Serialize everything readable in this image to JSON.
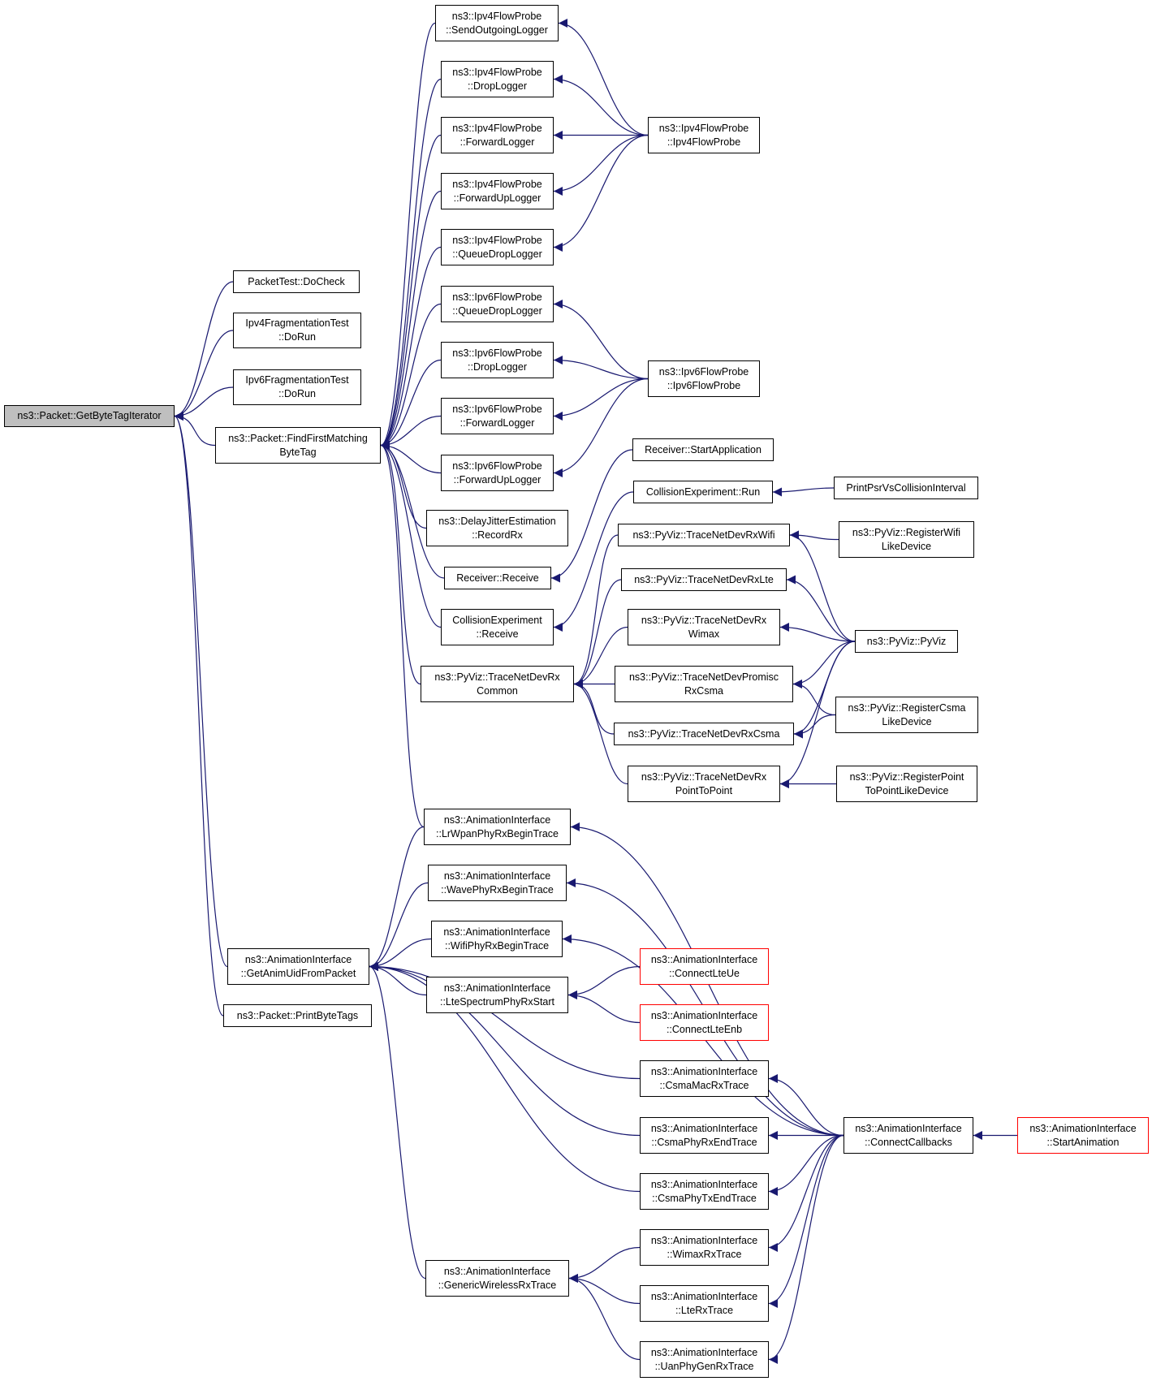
{
  "colors": {
    "edge": "#191970",
    "border": "#000000",
    "root_fill": "#bfbfbf",
    "truncated_border": "#ff0000"
  },
  "nodes": {
    "root": {
      "l1": "ns3::Packet::GetByteTagIterator",
      "l2": ""
    },
    "ffmbt": {
      "l1": "ns3::Packet::FindFirstMatching",
      "l2": "ByteTag"
    },
    "ptdc": {
      "l1": "PacketTest::DoCheck",
      "l2": ""
    },
    "ip4frag": {
      "l1": "Ipv4FragmentationTest",
      "l2": "::DoRun"
    },
    "ip6frag": {
      "l1": "Ipv6FragmentationTest",
      "l2": "::DoRun"
    },
    "gauid": {
      "l1": "ns3::AnimationInterface",
      "l2": "::GetAnimUidFromPacket"
    },
    "pbt": {
      "l1": "ns3::Packet::PrintByteTags",
      "l2": ""
    },
    "f4sol": {
      "l1": "ns3::Ipv4FlowProbe",
      "l2": "::SendOutgoingLogger"
    },
    "f4dl": {
      "l1": "ns3::Ipv4FlowProbe",
      "l2": "::DropLogger"
    },
    "f4fl": {
      "l1": "ns3::Ipv4FlowProbe",
      "l2": "::ForwardLogger"
    },
    "f4ful": {
      "l1": "ns3::Ipv4FlowProbe",
      "l2": "::ForwardUpLogger"
    },
    "f4qdl": {
      "l1": "ns3::Ipv4FlowProbe",
      "l2": "::QueueDropLogger"
    },
    "f6qdl": {
      "l1": "ns3::Ipv6FlowProbe",
      "l2": "::QueueDropLogger"
    },
    "f6dl": {
      "l1": "ns3::Ipv6FlowProbe",
      "l2": "::DropLogger"
    },
    "f6fl": {
      "l1": "ns3::Ipv6FlowProbe",
      "l2": "::ForwardLogger"
    },
    "f6ful": {
      "l1": "ns3::Ipv6FlowProbe",
      "l2": "::ForwardUpLogger"
    },
    "djerx": {
      "l1": "ns3::DelayJitterEstimation",
      "l2": "::RecordRx"
    },
    "rcvr": {
      "l1": "Receiver::Receive",
      "l2": ""
    },
    "cer": {
      "l1": "CollisionExperiment",
      "l2": "::Receive"
    },
    "tndrc": {
      "l1": "ns3::PyViz::TraceNetDevRx",
      "l2": "Common"
    },
    "f4c": {
      "l1": "ns3::Ipv4FlowProbe",
      "l2": "::Ipv4FlowProbe"
    },
    "f6c": {
      "l1": "ns3::Ipv6FlowProbe",
      "l2": "::Ipv6FlowProbe"
    },
    "rsa": {
      "l1": "Receiver::StartApplication",
      "l2": ""
    },
    "cerun": {
      "l1": "CollisionExperiment::Run",
      "l2": ""
    },
    "ppsci": {
      "l1": "PrintPsrVsCollisionInterval",
      "l2": ""
    },
    "tnwifi": {
      "l1": "ns3::PyViz::TraceNetDevRxWifi",
      "l2": ""
    },
    "tnlte": {
      "l1": "ns3::PyViz::TraceNetDevRxLte",
      "l2": ""
    },
    "tnwimax": {
      "l1": "ns3::PyViz::TraceNetDevRx",
      "l2": "Wimax"
    },
    "tnpcsma": {
      "l1": "ns3::PyViz::TraceNetDevPromisc",
      "l2": "RxCsma"
    },
    "tncsma": {
      "l1": "ns3::PyViz::TraceNetDevRxCsma",
      "l2": ""
    },
    "tnp2p": {
      "l1": "ns3::PyViz::TraceNetDevRx",
      "l2": "PointToPoint"
    },
    "rwifi": {
      "l1": "ns3::PyViz::RegisterWifi",
      "l2": "LikeDevice"
    },
    "pyviz": {
      "l1": "ns3::PyViz::PyViz",
      "l2": ""
    },
    "rcsma": {
      "l1": "ns3::PyViz::RegisterCsma",
      "l2": "LikeDevice"
    },
    "rp2p": {
      "l1": "ns3::PyViz::RegisterPoint",
      "l2": "ToPointLikeDevice"
    },
    "lrwpan": {
      "l1": "ns3::AnimationInterface",
      "l2": "::LrWpanPhyRxBeginTrace"
    },
    "wave": {
      "l1": "ns3::AnimationInterface",
      "l2": "::WavePhyRxBeginTrace"
    },
    "wifiphy": {
      "l1": "ns3::AnimationInterface",
      "l2": "::WifiPhyRxBeginTrace"
    },
    "ltespec": {
      "l1": "ns3::AnimationInterface",
      "l2": "::LteSpectrumPhyRxStart"
    },
    "gwrx": {
      "l1": "ns3::AnimationInterface",
      "l2": "::GenericWirelessRxTrace"
    },
    "clteue": {
      "l1": "ns3::AnimationInterface",
      "l2": "::ConnectLteUe"
    },
    "clteenb": {
      "l1": "ns3::AnimationInterface",
      "l2": "::ConnectLteEnb"
    },
    "csmamac": {
      "l1": "ns3::AnimationInterface",
      "l2": "::CsmaMacRxTrace"
    },
    "csmarx": {
      "l1": "ns3::AnimationInterface",
      "l2": "::CsmaPhyRxEndTrace"
    },
    "csmatx": {
      "l1": "ns3::AnimationInterface",
      "l2": "::CsmaPhyTxEndTrace"
    },
    "wimaxrx": {
      "l1": "ns3::AnimationInterface",
      "l2": "::WimaxRxTrace"
    },
    "lterx": {
      "l1": "ns3::AnimationInterface",
      "l2": "::LteRxTrace"
    },
    "uanrx": {
      "l1": "ns3::AnimationInterface",
      "l2": "::UanPhyGenRxTrace"
    },
    "conncb": {
      "l1": "ns3::AnimationInterface",
      "l2": "::ConnectCallbacks"
    },
    "startanim": {
      "l1": "ns3::AnimationInterface",
      "l2": "::StartAnimation"
    }
  },
  "edges": [
    {
      "from": "ffmbt",
      "to": "root"
    },
    {
      "from": "ptdc",
      "to": "root"
    },
    {
      "from": "ip4frag",
      "to": "root"
    },
    {
      "from": "ip6frag",
      "to": "root"
    },
    {
      "from": "gauid",
      "to": "root"
    },
    {
      "from": "pbt",
      "to": "root"
    },
    {
      "from": "f4sol",
      "to": "ffmbt"
    },
    {
      "from": "f4dl",
      "to": "ffmbt"
    },
    {
      "from": "f4fl",
      "to": "ffmbt"
    },
    {
      "from": "f4ful",
      "to": "ffmbt"
    },
    {
      "from": "f4qdl",
      "to": "ffmbt"
    },
    {
      "from": "f6qdl",
      "to": "ffmbt"
    },
    {
      "from": "f6dl",
      "to": "ffmbt"
    },
    {
      "from": "f6fl",
      "to": "ffmbt"
    },
    {
      "from": "f6ful",
      "to": "ffmbt"
    },
    {
      "from": "djerx",
      "to": "ffmbt"
    },
    {
      "from": "rcvr",
      "to": "ffmbt"
    },
    {
      "from": "cer",
      "to": "ffmbt"
    },
    {
      "from": "tndrc",
      "to": "ffmbt"
    },
    {
      "from": "lrwpan",
      "to": "ffmbt"
    },
    {
      "from": "f4c",
      "to": "f4sol"
    },
    {
      "from": "f4c",
      "to": "f4dl"
    },
    {
      "from": "f4c",
      "to": "f4fl"
    },
    {
      "from": "f4c",
      "to": "f4ful"
    },
    {
      "from": "f4c",
      "to": "f4qdl"
    },
    {
      "from": "f6c",
      "to": "f6qdl"
    },
    {
      "from": "f6c",
      "to": "f6dl"
    },
    {
      "from": "f6c",
      "to": "f6fl"
    },
    {
      "from": "f6c",
      "to": "f6ful"
    },
    {
      "from": "rsa",
      "to": "rcvr"
    },
    {
      "from": "cerun",
      "to": "cer"
    },
    {
      "from": "ppsci",
      "to": "cerun"
    },
    {
      "from": "tnwifi",
      "to": "tndrc"
    },
    {
      "from": "tnlte",
      "to": "tndrc"
    },
    {
      "from": "tnwimax",
      "to": "tndrc"
    },
    {
      "from": "tnpcsma",
      "to": "tndrc"
    },
    {
      "from": "tncsma",
      "to": "tndrc"
    },
    {
      "from": "tnp2p",
      "to": "tndrc"
    },
    {
      "from": "rwifi",
      "to": "tnwifi"
    },
    {
      "from": "pyviz",
      "to": "tnwifi"
    },
    {
      "from": "pyviz",
      "to": "tnlte"
    },
    {
      "from": "pyviz",
      "to": "tnwimax"
    },
    {
      "from": "pyviz",
      "to": "tnpcsma"
    },
    {
      "from": "pyviz",
      "to": "tncsma"
    },
    {
      "from": "pyviz",
      "to": "tnp2p"
    },
    {
      "from": "rcsma",
      "to": "tnpcsma"
    },
    {
      "from": "rcsma",
      "to": "tncsma"
    },
    {
      "from": "rp2p",
      "to": "tnp2p"
    },
    {
      "from": "lrwpan",
      "to": "gauid"
    },
    {
      "from": "wave",
      "to": "gauid"
    },
    {
      "from": "wifiphy",
      "to": "gauid"
    },
    {
      "from": "ltespec",
      "to": "gauid"
    },
    {
      "from": "gwrx",
      "to": "gauid"
    },
    {
      "from": "csmamac",
      "to": "gauid"
    },
    {
      "from": "csmarx",
      "to": "gauid"
    },
    {
      "from": "csmatx",
      "to": "gauid"
    },
    {
      "from": "clteue",
      "to": "ltespec"
    },
    {
      "from": "clteenb",
      "to": "ltespec"
    },
    {
      "from": "wimaxrx",
      "to": "gwrx"
    },
    {
      "from": "lterx",
      "to": "gwrx"
    },
    {
      "from": "uanrx",
      "to": "gwrx"
    },
    {
      "from": "conncb",
      "to": "lrwpan"
    },
    {
      "from": "conncb",
      "to": "wave"
    },
    {
      "from": "conncb",
      "to": "wifiphy"
    },
    {
      "from": "conncb",
      "to": "csmamac"
    },
    {
      "from": "conncb",
      "to": "csmarx"
    },
    {
      "from": "conncb",
      "to": "csmatx"
    },
    {
      "from": "conncb",
      "to": "wimaxrx"
    },
    {
      "from": "conncb",
      "to": "lterx"
    },
    {
      "from": "conncb",
      "to": "uanrx"
    },
    {
      "from": "startanim",
      "to": "conncb"
    }
  ]
}
